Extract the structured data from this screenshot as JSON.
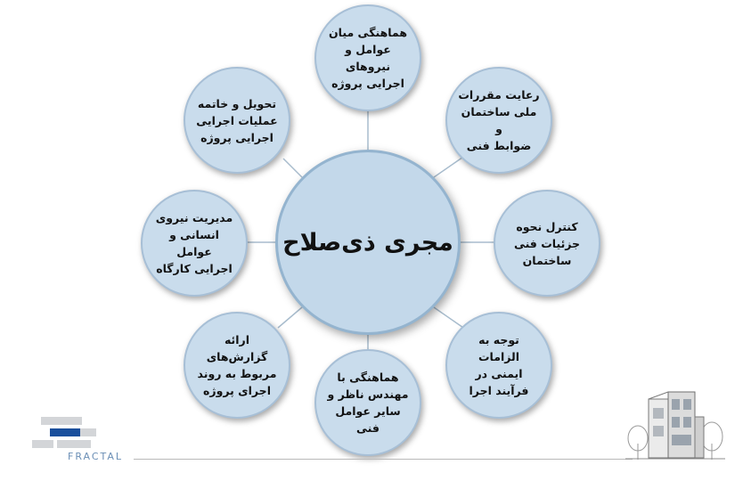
{
  "diagram": {
    "center": {
      "label": "مجری ذی‌صلاح"
    },
    "nodes": [
      {
        "id": "top",
        "label": "هماهنگی میان\nعوامل و نیروهای\nاجرایی پروژه"
      },
      {
        "id": "top-right",
        "label": "رعایت مقررات\nملی ساختمان و\nضوابط فنی"
      },
      {
        "id": "right",
        "label": "کنترل نحوه\nجزئیات فنی\nساختمان"
      },
      {
        "id": "bottom-right",
        "label": "توجه به الزامات\nایمنی در\nفرآیند اجرا"
      },
      {
        "id": "bottom",
        "label": "هماهنگی با\nمهندس ناظر و\nسایر عوامل فنی"
      },
      {
        "id": "bottom-left",
        "label": "ارائه گزارش‌های\nمربوط به روند\nاجرای پروژه"
      },
      {
        "id": "left",
        "label": "مدیریت نیروی\nانسانی و عوامل\nاجرایی کارگاه"
      },
      {
        "id": "top-left",
        "label": "تحویل و خاتمه\nعملیات اجرایی\nاجرایی پروژه"
      }
    ]
  },
  "logo": {
    "text": "FRACTAL"
  },
  "colors": {
    "circle_fill": "#c9dcec",
    "circle_border": "#a7bfd6",
    "connector": "#a8bccd",
    "logo_blue": "#1a4f9c",
    "logo_gray": "#d3d5d8"
  }
}
